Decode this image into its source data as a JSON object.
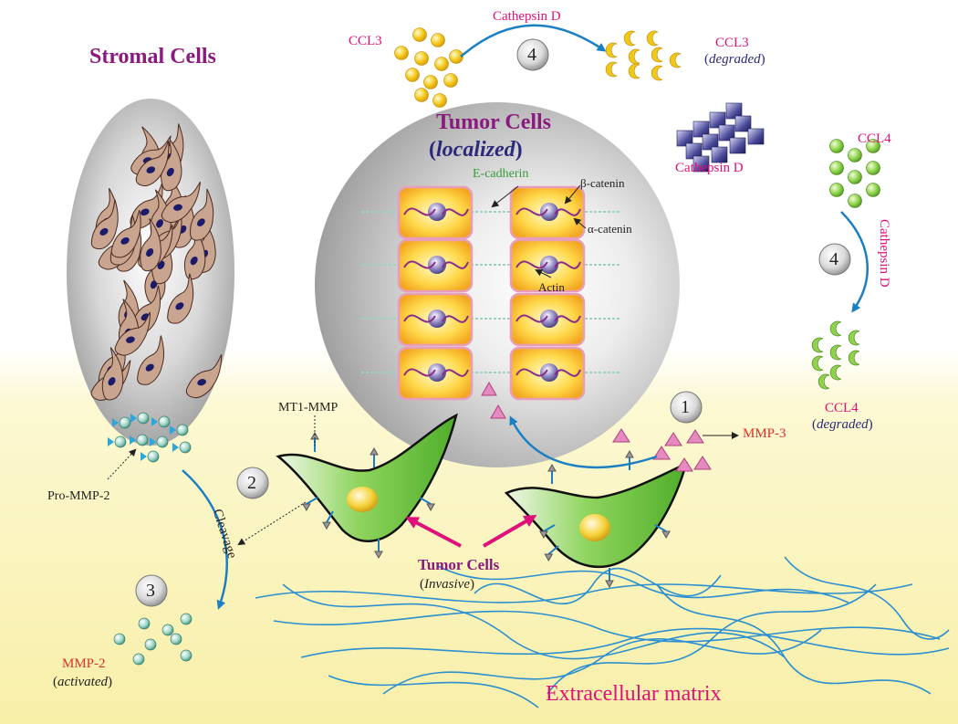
{
  "stromal": {
    "title": "Stromal Cells"
  },
  "tumor_localized": {
    "title": "Tumor Cells",
    "subtitle": "localized"
  },
  "tumor_invasive": {
    "title": "Tumor Cells",
    "subtitle": "Invasive"
  },
  "labels": {
    "e_cadherin": "E-cadherin",
    "beta_catenin": "β-catenin",
    "alpha_catenin": "α-catenin",
    "actin": "Actin",
    "mt1_mmp": "MT1-MMP",
    "pro_mmp2": "Pro-MMP-2",
    "cleavage": "Cleavage",
    "mmp2": "MMP-2",
    "mmp2_state": "activated",
    "mmp3": "MMP-3",
    "ccl3": "CCL3",
    "ccl3_deg": "CCL3",
    "ccl3_deg_state": "degraded",
    "ccl4": "CCL4",
    "ccl4_deg": "CCL4",
    "ccl4_deg_state": "degraded",
    "cathepsin_top": "Cathepsin D",
    "cathepsin_mid": "Cathepsin D",
    "cathepsin_right": "Cathepsin D",
    "ecm": "Extracellular matrix"
  },
  "steps": {
    "s1": "1",
    "s2": "2",
    "s3": "3",
    "s4a": "4",
    "s4b": "4"
  },
  "colors": {
    "pink_label": "#e0107a",
    "purple_title": "#8b1a7e",
    "arrow_blue": "#1b7fc4",
    "cell_green": "#6cc24a",
    "yellow_bg": "#fbf6c4",
    "ecm_fiber": "#2b8fd0"
  }
}
